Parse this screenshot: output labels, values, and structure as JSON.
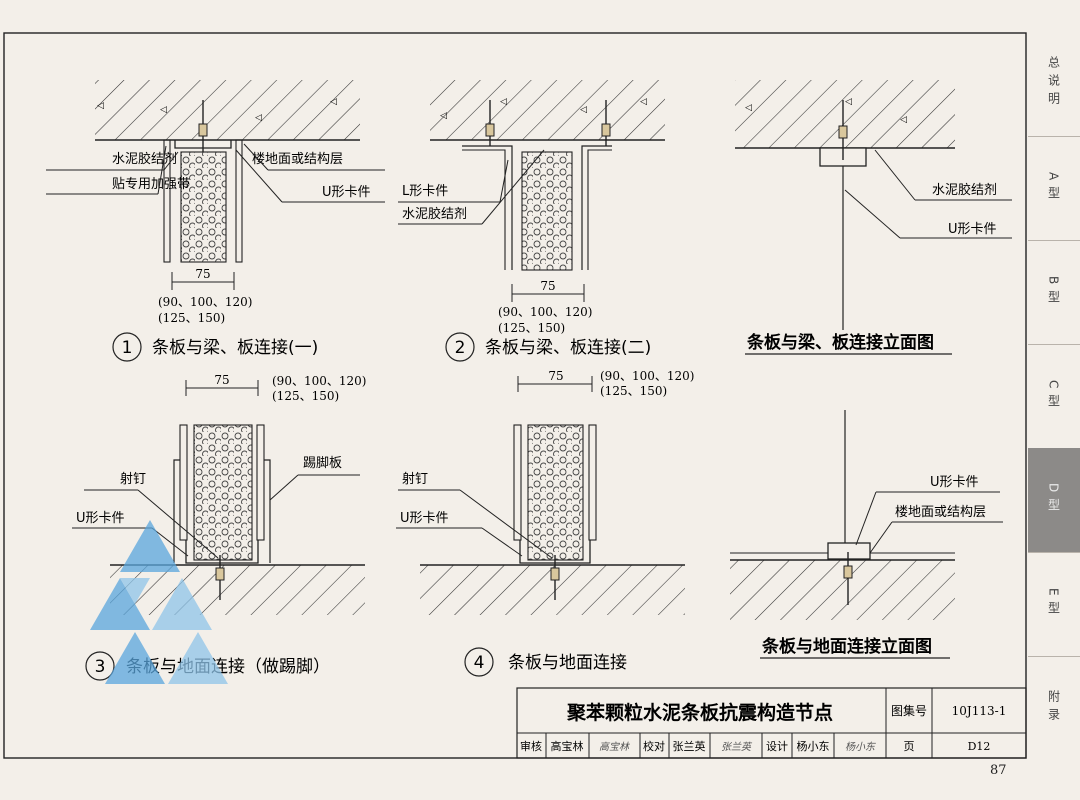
{
  "tabs": [
    {
      "label": "总说明",
      "active": false
    },
    {
      "label": "A型",
      "active": false
    },
    {
      "label": "B型",
      "active": false
    },
    {
      "label": "C型",
      "active": false
    },
    {
      "label": "D型",
      "active": true
    },
    {
      "label": "E型",
      "active": false
    },
    {
      "label": "附录",
      "active": false
    }
  ],
  "details": {
    "d1": {
      "num": "1",
      "caption": "条板与梁、板连接(一)",
      "label_cement": "水泥胶结剂",
      "label_tape": "贴专用加强带",
      "label_floor": "楼地面或结构层",
      "label_u_clip": "U形卡件",
      "dim": "75",
      "dim_alt1": "(90、100、120)",
      "dim_alt2": "(125、150)"
    },
    "d2": {
      "num": "2",
      "caption": "条板与梁、板连接(二)",
      "label_l_clip": "L形卡件",
      "label_cement": "水泥胶结剂",
      "dim": "75",
      "dim_alt1": "(90、100、120)",
      "dim_alt2": "(125、150)"
    },
    "e1": {
      "caption": "条板与梁、板连接立面图",
      "label_cement": "水泥胶结剂",
      "label_u_clip": "U形卡件"
    },
    "d3": {
      "num": "3",
      "caption": "条板与地面连接（做踢脚）",
      "label_nail": "射钉",
      "label_u_clip": "U形卡件",
      "label_skirting": "踢脚板",
      "dim": "75",
      "dim_alt1": "(90、100、120)",
      "dim_alt2": "(125、150)"
    },
    "d4": {
      "num": "4",
      "caption": "条板与地面连接",
      "label_nail": "射钉",
      "label_u_clip": "U形卡件",
      "dim": "75",
      "dim_alt1": "(90、100、120)",
      "dim_alt2": "(125、150)"
    },
    "e2": {
      "caption": "条板与地面连接立面图",
      "label_u_clip": "U形卡件",
      "label_floor": "楼地面或结构层"
    }
  },
  "title_block": {
    "title": "聚苯颗粒水泥条板抗震构造节点",
    "atlas_label": "图集号",
    "atlas_no": "10J113-1",
    "review_label": "审核",
    "reviewer": "高宝林",
    "reviewer_sign": "高宝林",
    "check_label": "校对",
    "checker": "张兰英",
    "checker_sign": "张兰英",
    "design_label": "设计",
    "designer": "杨小东",
    "designer_sign": "杨小东",
    "page_label": "页",
    "page_code": "D12"
  },
  "page_number": "87",
  "colors": {
    "line": "#2a2a2a",
    "watermark": "#5aa6dd",
    "active_tab": "#8c8a88"
  }
}
